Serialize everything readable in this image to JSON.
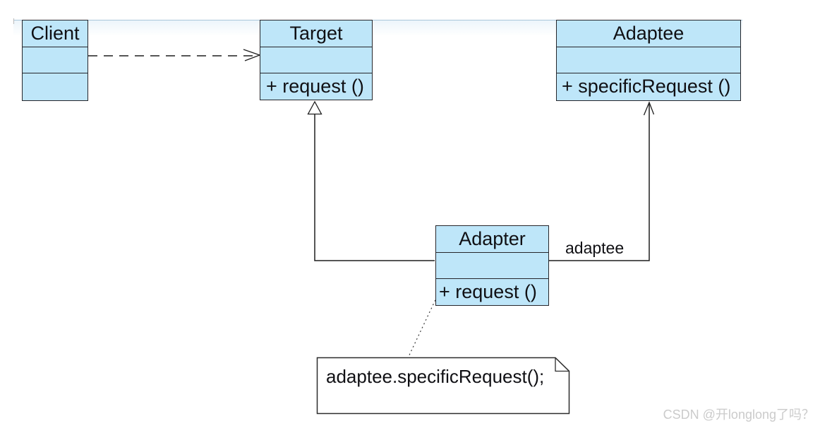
{
  "diagram": {
    "type": "uml-class-diagram",
    "pattern": "Adapter (object adapter)",
    "classes": {
      "client": {
        "name": "Client",
        "attributes": "",
        "methods": ""
      },
      "target": {
        "name": "Target",
        "attributes": "",
        "methods": "+ request ()"
      },
      "adaptee": {
        "name": "Adaptee",
        "attributes": "",
        "methods": "+ specificRequest ()"
      },
      "adapter": {
        "name": "Adapter",
        "attributes": "",
        "methods": "+ request ()"
      }
    },
    "relationships": [
      {
        "from": "Client",
        "to": "Target",
        "type": "dependency",
        "style": "dashed-open-arrow",
        "label": ""
      },
      {
        "from": "Adapter",
        "to": "Target",
        "type": "generalization",
        "style": "solid-hollow-triangle",
        "label": ""
      },
      {
        "from": "Adapter",
        "to": "Adaptee",
        "type": "association",
        "style": "solid-open-arrow",
        "label": "adaptee"
      },
      {
        "from": "Adapter.request()",
        "to": "note",
        "type": "note-anchor",
        "style": "dotted",
        "label": ""
      }
    ],
    "note": {
      "text": "adaptee.specificRequest();"
    },
    "colors": {
      "class_fill": "#BEE6F9",
      "class_border": "#26262b",
      "line": "#1f1f1f",
      "note_fill": "#ffffff",
      "faint_rule": "#a9c6da"
    }
  },
  "watermark": {
    "text": "CSDN @开longlong了吗？",
    "color": "#cbcbcb"
  }
}
